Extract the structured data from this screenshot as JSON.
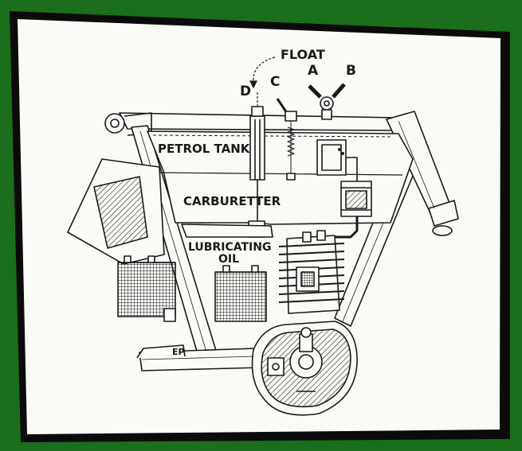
{
  "labels": {
    "float": "FLOAT",
    "a": "A",
    "b": "B",
    "c": "C",
    "d": "D",
    "petrol_tank": "PETROL TANK",
    "carburetter": "CARBURETTER",
    "lubricating": "LUBRICATING",
    "oil": "OIL",
    "ep": "EP"
  },
  "colors": {
    "border": "#1b6e1b",
    "paper": "#fafaf7",
    "ink": "#1a1a1a"
  }
}
